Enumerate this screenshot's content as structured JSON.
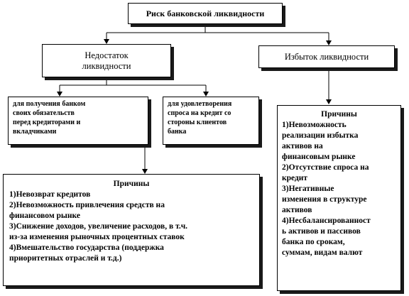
{
  "root": {
    "label": "Риск банковской ликвидности"
  },
  "shortage": {
    "label_line1": "Недостаток",
    "label_line2": "ликвидности",
    "sub_left": [
      "для получения банком",
      "своих обязательств",
      "перед кредиторами и",
      "вкладчиками"
    ],
    "sub_right": [
      "для удовлетворения",
      "спроса на кредит со",
      "стороны клиентов",
      "банка"
    ]
  },
  "surplus": {
    "label": "Избыток ликвидности"
  },
  "shortage_reasons": {
    "heading": "Причины",
    "lines": [
      "1)Невозврат кредитов",
      "2)Невозможность привлечения средств на",
      "финансовом рынке",
      "3)Снижение доходов, увеличение расходов, в т.ч.",
      "из-за изменения рыночных процентных ставок",
      "4)Вмешательство  государства (поддержка",
      "приоритетных отраслей и т.д.)"
    ]
  },
  "surplus_reasons": {
    "heading": "Причины",
    "lines": [
      "1)Невозможность",
      "реализации избытка",
      "активов на",
      "финансовым рынке",
      "2)Отсутствие спроса на",
      "кредит",
      "3)Негативные",
      "изменения в структуре",
      "активов",
      "4)Несбалансированност",
      "ь активов и пассивов",
      "банка по срокам,",
      "суммам, видам валют"
    ]
  }
}
